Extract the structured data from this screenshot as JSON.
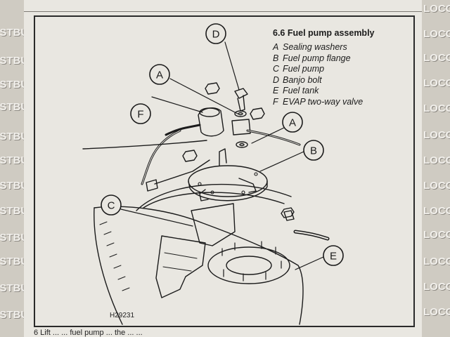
{
  "watermark": {
    "text": "LOCOSTBUILDERS.CO"
  },
  "caption": {
    "title": "6.6  Fuel pump assembly",
    "items": [
      {
        "letter": "A",
        "label": "Sealing washers"
      },
      {
        "letter": "B",
        "label": "Fuel pump flange"
      },
      {
        "letter": "C",
        "label": "Fuel pump"
      },
      {
        "letter": "D",
        "label": "Banjo bolt"
      },
      {
        "letter": "E",
        "label": "Fuel tank"
      },
      {
        "letter": "F",
        "label": "EVAP two-way valve"
      }
    ]
  },
  "callouts": {
    "A1": "A",
    "A2": "A",
    "B": "B",
    "C": "C",
    "D": "D",
    "E": "E",
    "F": "F"
  },
  "figure_code": "H29231",
  "bottom_text": "6 Lift ... ... fuel pump ... the ... ..."
}
